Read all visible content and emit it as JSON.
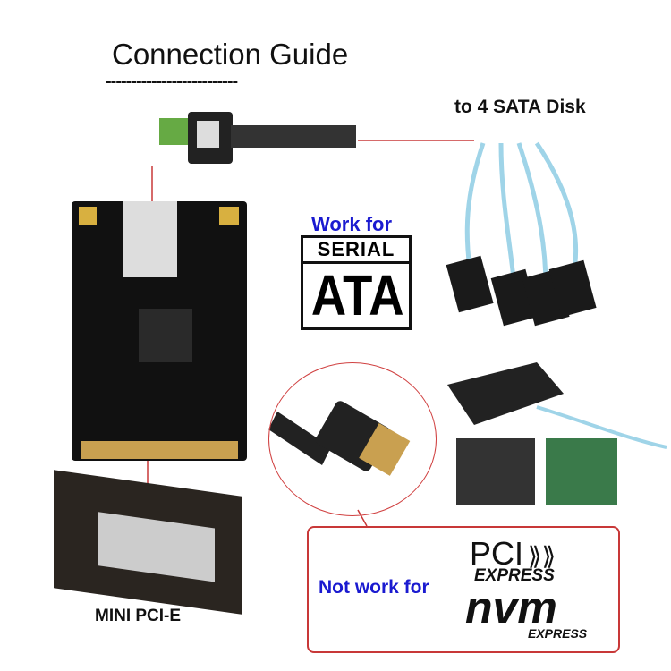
{
  "title": "Connection Guide",
  "title_underline": "--------------------------",
  "target_label": "to 4 SATA Disk",
  "work_for": "Work for",
  "sata_logo": {
    "top": "SERIAL",
    "bottom": "ATA"
  },
  "slot_label": "MINI PCI-E",
  "not_work": {
    "label": "Not work for",
    "pci": "PCI",
    "pci_express": "EXPRESS",
    "nvm": "nvm",
    "nvm_express": "EXPRESS"
  },
  "colors": {
    "accent_line": "#c83838",
    "blue_text": "#1a1ad0",
    "cable": "#9fd4e8"
  }
}
